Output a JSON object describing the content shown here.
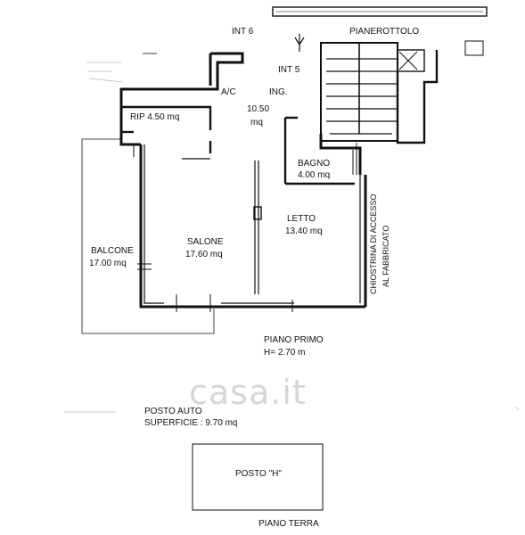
{
  "labels": {
    "int6": "INT 6",
    "pianerottolo": "PIANEROTTOLO",
    "int5": "INT 5",
    "ac": "A/C",
    "ing": "ING.",
    "ing_area_1": "10.50",
    "ing_area_2": "mq",
    "rip": "RIP 4.50 mq",
    "bagno": "BAGNO",
    "bagno_area": "4.00 mq",
    "letto": "LETTO",
    "letto_area": "13.40 mq",
    "salone": "SALONE",
    "salone_area": "17.60 mq",
    "balcone": "BALCONE",
    "balcone_area": "17.00 mq",
    "chiostrina_1": "CHIOSTRINA DI ACCESSO",
    "chiostrina_2": "AL FABBRICATO",
    "piano_primo": "PIANO PRIMO",
    "altezza": "H= 2.70 m",
    "posto_auto": "POSTO AUTO",
    "superficie": "SUPERFICIE : 9.70 mq",
    "posto_h": "POSTO \"H\"",
    "piano_terra": "PIANO TERRA"
  },
  "watermark": "casa.it",
  "colors": {
    "ink": "#111111",
    "watermark": "#d6d6d6"
  }
}
